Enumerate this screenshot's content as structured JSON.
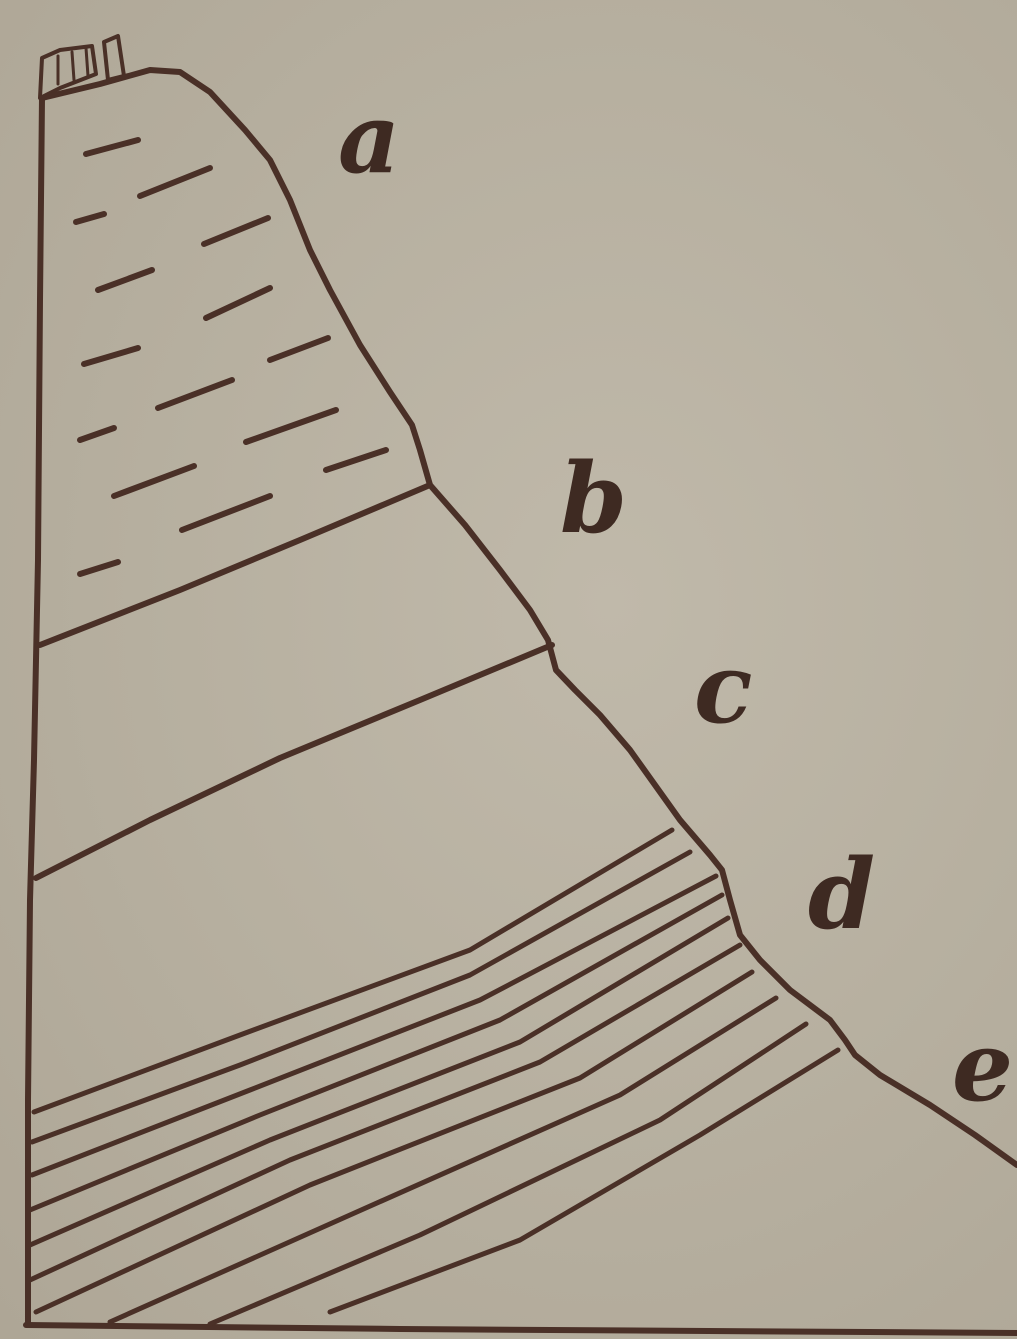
{
  "diagram": {
    "labels": [
      {
        "id": "a",
        "text": "a"
      },
      {
        "id": "b",
        "text": "b"
      },
      {
        "id": "c",
        "text": "c"
      },
      {
        "id": "d",
        "text": "d"
      },
      {
        "id": "e",
        "text": "e"
      }
    ]
  }
}
